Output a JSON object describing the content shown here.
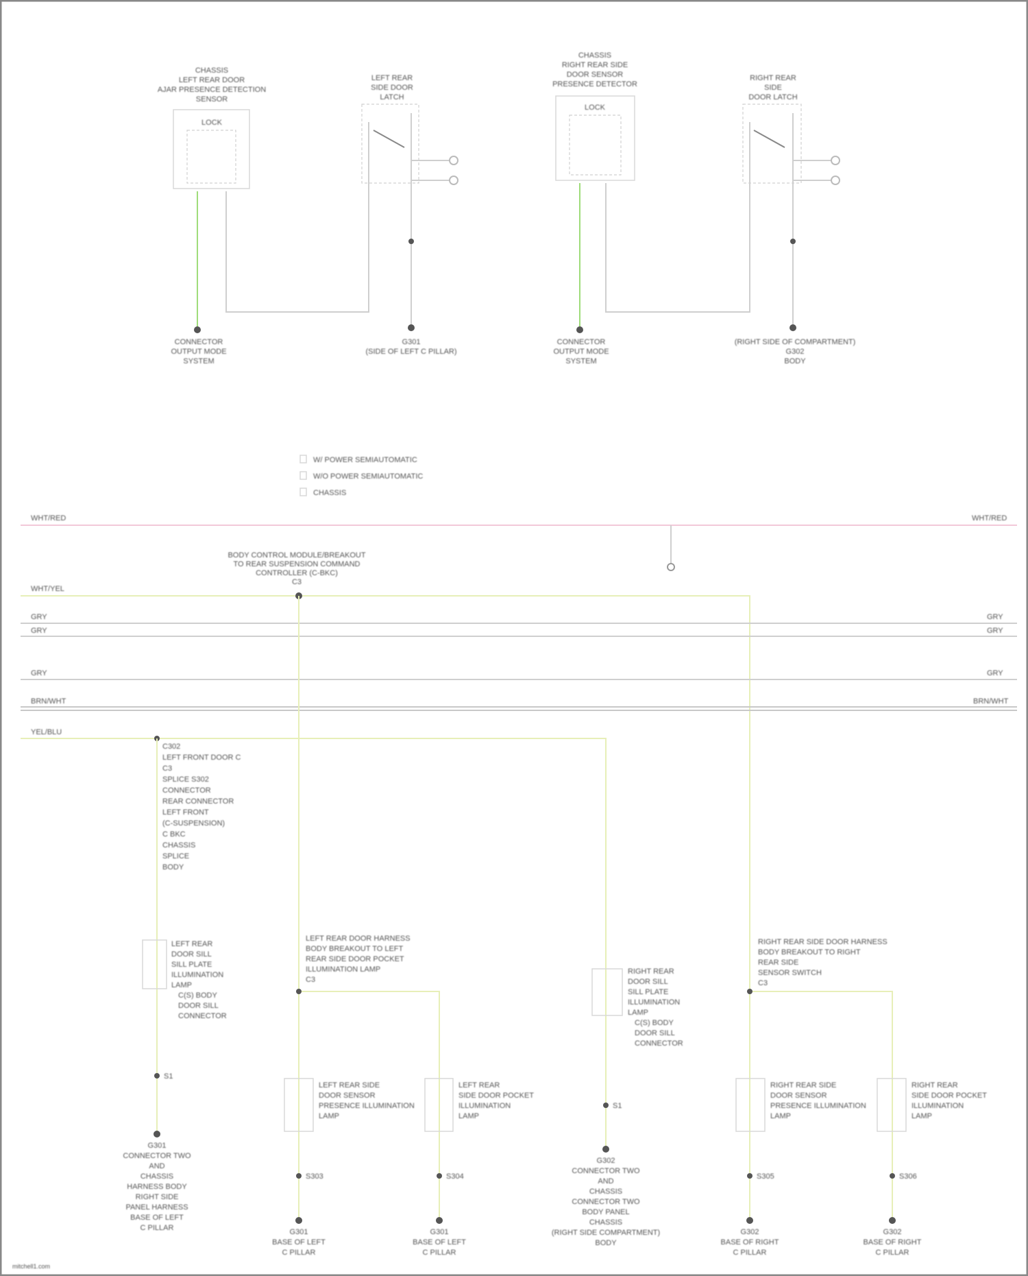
{
  "diagram": {
    "top_components": {
      "left_sensor_label": [
        "CHASSIS",
        "LEFT REAR DOOR",
        "AJAR PRESENCE DETECTION",
        "SENSOR"
      ],
      "left_sensor_inner": "LOCK",
      "left_ground_label": [
        "CONNECTOR",
        "OUTPUT MODE",
        "SYSTEM"
      ],
      "left_switch_label": [
        "LEFT REAR",
        "SIDE DOOR",
        "LATCH"
      ],
      "left_switch_ground": [
        "G301",
        "(SIDE OF LEFT C PILLAR)"
      ],
      "right_sensor_label": [
        "CHASSIS",
        "RIGHT REAR SIDE",
        "DOOR SENSOR",
        "PRESENCE DETECTOR"
      ],
      "right_sensor_inner": "LOCK",
      "right_ground_label": [
        "CONNECTOR",
        "OUTPUT MODE",
        "SYSTEM"
      ],
      "right_switch_label": [
        "RIGHT REAR",
        "SIDE",
        "DOOR LATCH"
      ],
      "right_switch_ground": [
        "G302",
        "(RIGHT SIDE OF COMPARTMENT)",
        "BODY"
      ]
    },
    "legend": [
      "W/ POWER SEMIAUTOMATIC",
      "W/O POWER SEMIAUTOMATIC",
      "CHASSIS"
    ],
    "bus_labels": {
      "pink_left": "WHT/RED",
      "pink_right": "WHT/RED",
      "yellow_left": "WHT/YEL",
      "gray1_left": "GRY",
      "gray1_right": "GRY",
      "gray2_left": "GRY",
      "gray2_right": "GRY",
      "gray3_left": "GRY",
      "gray3_right": "GRY",
      "double_left": "BRN/WHT",
      "double_right": "BRN/WHT",
      "green_left": "YEL/BLU"
    },
    "module_label": [
      "BODY CONTROL MODULE/BREAKOUT",
      "TO REAR SUSPENSION COMMAND",
      "CONTROLLER (C-BKC)",
      "C3"
    ],
    "branch_notes": [
      "C302",
      "LEFT FRONT DOOR C",
      "C3",
      "SPLICE S302",
      "CONNECTOR",
      "REAR CONNECTOR",
      "LEFT FRONT",
      "(C-SUSPENSION)",
      "C BKC",
      "CHASSIS",
      "SPLICE",
      "BODY"
    ],
    "lamps": [
      {
        "label": [
          "LEFT REAR",
          "DOOR SILL",
          "SILL PLATE",
          "ILLUMINATION",
          "LAMP"
        ],
        "sub": [
          "C(S) BODY",
          "DOOR SILL",
          "CONNECTOR"
        ]
      },
      {
        "label": [
          "LEFT REAR SIDE",
          "DOOR SENSOR",
          "PRESENCE ILLUMINATION",
          "LAMP"
        ]
      },
      {
        "label": [
          "LEFT REAR",
          "SIDE DOOR POCKET",
          "ILLUMINATION",
          "LAMP"
        ]
      },
      {
        "label": [
          "RIGHT REAR",
          "DOOR SILL",
          "SILL PLATE",
          "ILLUMINATION",
          "LAMP"
        ],
        "sub": [
          "C(S) BODY",
          "DOOR SILL",
          "CONNECTOR"
        ]
      },
      {
        "label": [
          "RIGHT REAR SIDE",
          "DOOR SENSOR",
          "PRESENCE ILLUMINATION",
          "LAMP"
        ]
      },
      {
        "label": [
          "RIGHT REAR",
          "SIDE DOOR POCKET",
          "ILLUMINATION",
          "LAMP"
        ]
      }
    ],
    "mid_notes": {
      "left": [
        "LEFT REAR DOOR HARNESS",
        "BODY BREAKOUT TO LEFT",
        "REAR SIDE DOOR POCKET",
        "ILLUMINATION LAMP",
        "C3"
      ],
      "right": [
        "RIGHT REAR SIDE DOOR HARNESS",
        "BODY BREAKOUT TO RIGHT",
        "REAR SIDE",
        "SENSOR SWITCH",
        "C3"
      ]
    },
    "splices": [
      "S1",
      "S303",
      "S304",
      "S1",
      "S305",
      "S306"
    ],
    "grounds": [
      [
        "G301",
        "CONNECTOR TWO",
        "AND",
        "CHASSIS",
        "HARNESS BODY",
        "RIGHT SIDE",
        "PANEL HARNESS",
        "BASE OF LEFT",
        "C PILLAR"
      ],
      [
        "G301",
        "BASE OF LEFT",
        "C PILLAR"
      ],
      [
        "G301",
        "BASE OF LEFT",
        "C PILLAR"
      ],
      [
        "G302",
        "CONNECTOR TWO",
        "AND",
        "CHASSIS",
        "CONNECTOR TWO",
        "BODY PANEL",
        "CHASSIS",
        "(RIGHT SIDE COMPARTMENT)",
        "BODY"
      ],
      [
        "G302",
        "BASE OF RIGHT",
        "C PILLAR"
      ],
      [
        "G302",
        "BASE OF RIGHT",
        "C PILLAR"
      ]
    ],
    "footer": "mitchell1.com",
    "colors": {
      "green": "#9fdc7a",
      "yellow": "#e7efb8",
      "pink": "#f2c8d8",
      "gray": "#cfcfcf"
    }
  }
}
